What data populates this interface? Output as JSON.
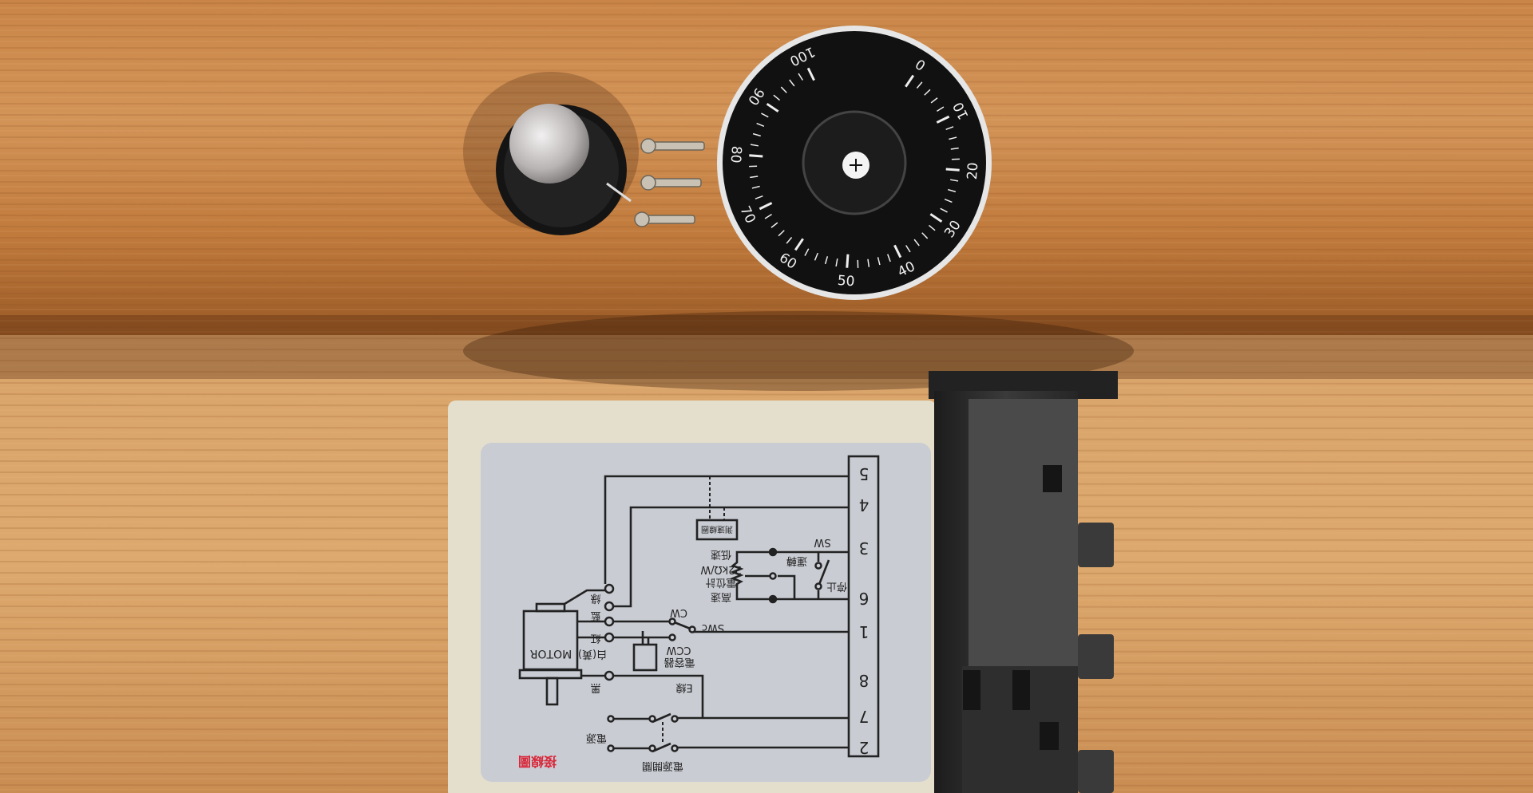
{
  "dial": {
    "numbers": [
      "0",
      "10",
      "20",
      "30",
      "40",
      "50",
      "60",
      "70",
      "80",
      "90",
      "100"
    ]
  },
  "label": {
    "title": "接線圖",
    "terminals": [
      "5",
      "4",
      "3",
      "6",
      "1",
      "8",
      "7",
      "2"
    ],
    "motor": "MOTOR",
    "cw": "CW",
    "ccw": "CCW",
    "swc": "SWc",
    "sw": "SW",
    "run": "運轉",
    "stop": "停止",
    "low_speed": "低速",
    "resistance": "22kΩ/W",
    "potentiometer": "電位計",
    "high_speed": "高速",
    "tacho_coil": "測速線圈",
    "capacitor": "電容器",
    "white_yellow": "白(黃)",
    "red": "紅",
    "blue": "藍",
    "green": "綠",
    "black": "黑",
    "e_wire": "E線",
    "power": "電源",
    "power_switch": "電源開關"
  },
  "colors": {
    "wood": "#c98a4a",
    "box": "#e4dfcc",
    "label": "#c9ccd3",
    "socket": "#2b2b2b",
    "red_text": "#d8283a"
  }
}
